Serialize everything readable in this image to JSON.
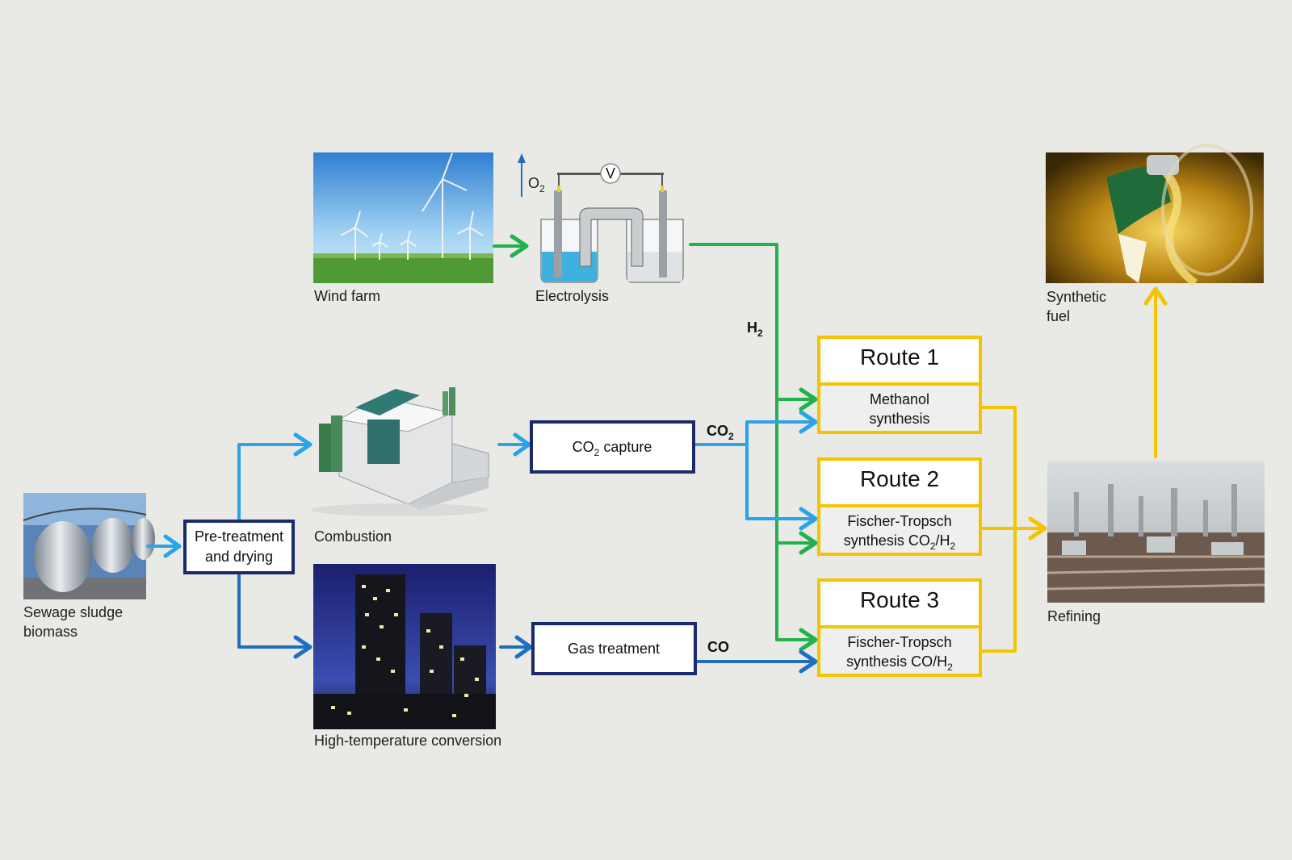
{
  "colors": {
    "background": "#e9e9e6",
    "green": "#22b14c",
    "light_blue": "#2aa3e8",
    "dark_blue": "#1e6fc2",
    "navy": "#1a2a6b",
    "yellow": "#f5c400"
  },
  "nodes": {
    "wind_farm": "Wind farm",
    "electrolysis": "Electrolysis",
    "o2": "O",
    "o2_sub": "2",
    "voltmeter": "V",
    "sewage_line1": "Sewage sludge",
    "sewage_line2": "biomass",
    "pretreat_line1": "Pre-treatment",
    "pretreat_line2": "and drying",
    "combustion": "Combustion",
    "high_temp": "High-temperature conversion",
    "co2_capture_a": "CO",
    "co2_capture_sub": "2",
    "co2_capture_b": " capture",
    "gas_treatment": "Gas treatment",
    "synthetic_line1": "Synthetic",
    "synthetic_line2": "fuel",
    "refining": "Refining"
  },
  "gases": {
    "h2": "H",
    "h2_sub": "2",
    "co2": "CO",
    "co2_sub": "2",
    "co": "CO"
  },
  "routes": [
    {
      "title": "Route 1",
      "line1": "Methanol",
      "line2": "synthesis",
      "line2_sub": "",
      "line2_end": ""
    },
    {
      "title": "Route 2",
      "line1": "Fischer-Tropsch",
      "line2": "synthesis CO",
      "line2_sub": "2",
      "line2_end": "/H",
      "line2_sub2": "2"
    },
    {
      "title": "Route 3",
      "line1": "Fischer-Tropsch",
      "line2": "synthesis CO/H",
      "line2_sub": "2",
      "line2_end": "",
      "line2_sub2": ""
    }
  ]
}
